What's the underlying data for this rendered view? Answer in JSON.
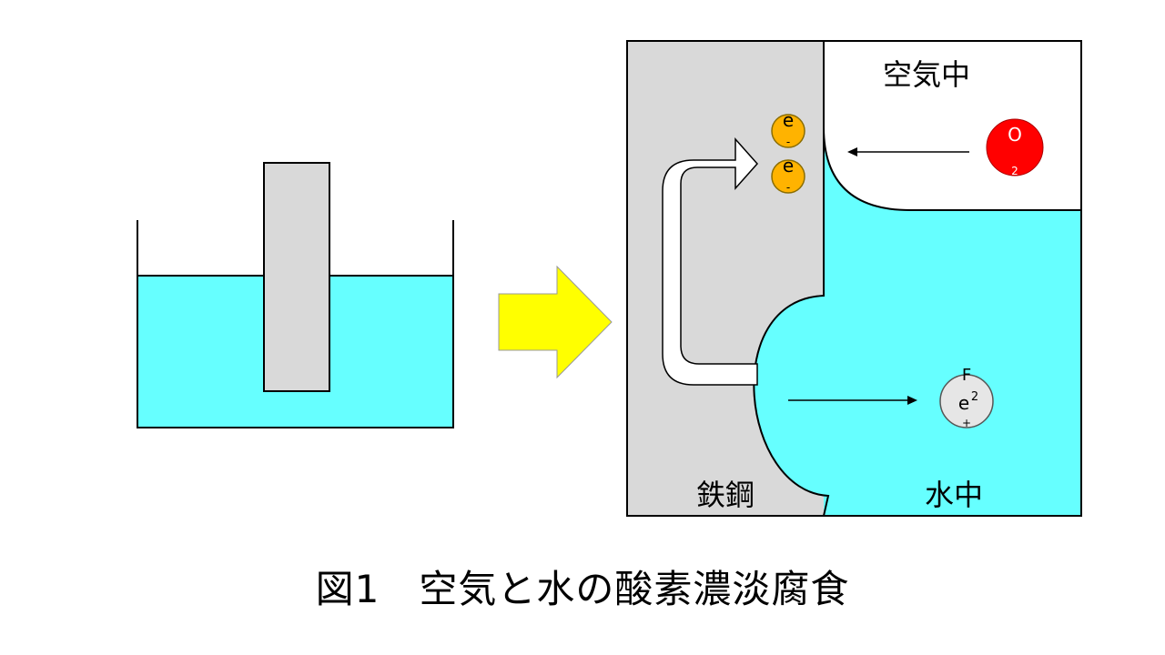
{
  "colors": {
    "water": "#66ffff",
    "steel": "#d9d9d9",
    "arrow_fill": "#ffff00",
    "electron": "#ffb300",
    "oxygen": "#ff0000",
    "iron_ion": "#e6e6e6",
    "outline": "#000000"
  },
  "labels": {
    "air": "空気中",
    "steel": "鉄鋼",
    "water": "水中"
  },
  "particles": {
    "electron_1": {
      "symbol": "e",
      "charge": "-"
    },
    "electron_2": {
      "symbol": "e",
      "charge": "-"
    },
    "oxygen": {
      "symbol": "O",
      "subscript": "2"
    },
    "iron_ion": {
      "top": "F",
      "symbol": "e",
      "superscript": "2",
      "charge": "+"
    }
  },
  "caption": "図1　空気と水の酸素濃淡腐食"
}
